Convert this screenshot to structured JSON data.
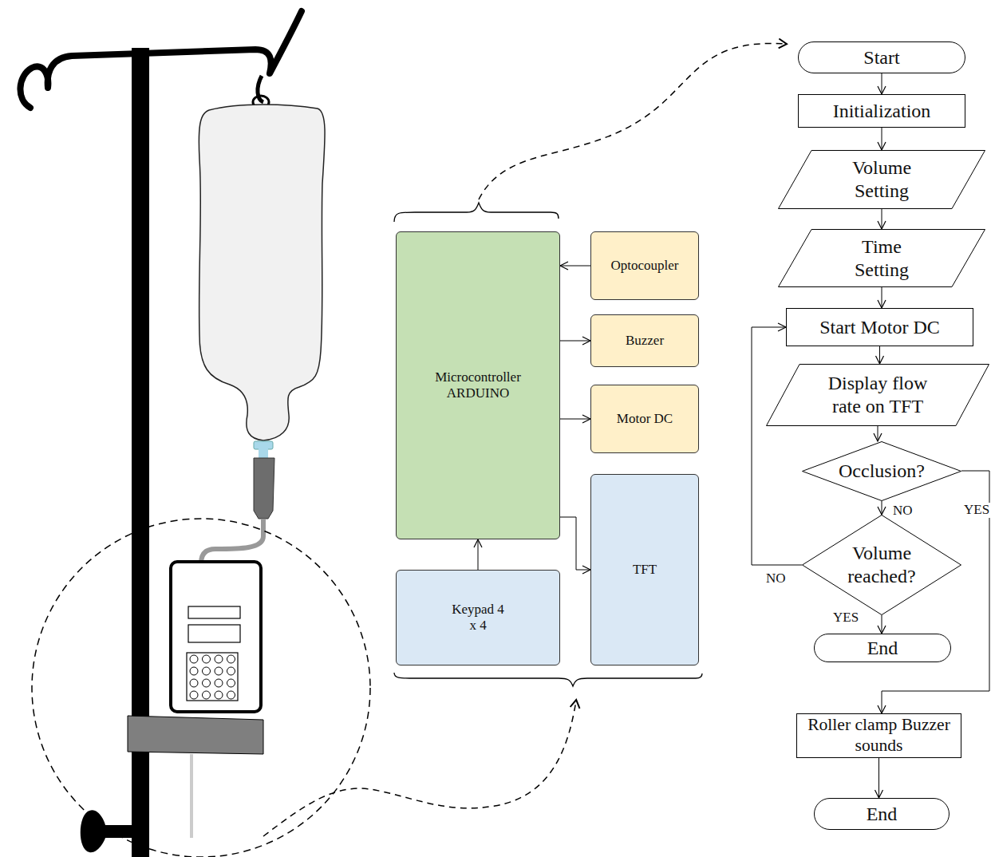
{
  "diagram": {
    "nodes": [
      {
        "text": [
          "Microcontroller ARDUINO"
        ]
      },
      {
        "text": [
          "Optocoupler"
        ]
      },
      {
        "text": [
          "Buzzer"
        ]
      },
      {
        "text": [
          "Motor DC"
        ]
      },
      {
        "text": [
          "Keypad 4 x 4"
        ]
      },
      {
        "text": [
          "TFT"
        ]
      },
      {
        "text": [
          "Start"
        ]
      },
      {
        "text": [
          "Initialization"
        ]
      },
      {
        "text": [
          "Volume Setting"
        ]
      },
      {
        "text": [
          "Time Setting"
        ]
      },
      {
        "text": [
          "Start Motor DC"
        ]
      },
      {
        "text": [
          "Display flow rate on TFT"
        ]
      },
      {
        "text": [
          "Occlusion?"
        ]
      },
      {
        "text": [
          "Volume reached?"
        ]
      },
      {
        "text": [
          "End"
        ]
      },
      {
        "text": [
          "Roller clamp Buzzer sounds"
        ]
      },
      {
        "text": [
          "End"
        ]
      }
    ],
    "edges": [
      {
        "from": 1,
        "to": 0,
        "arrow": "to"
      },
      {
        "from": 0,
        "to": 2,
        "arrow": "to"
      },
      {
        "from": 0,
        "to": 3,
        "arrow": "to"
      },
      {
        "from": 0,
        "to": 5,
        "arrow": "to"
      },
      {
        "from": 4,
        "to": 0,
        "arrow": "to"
      },
      {
        "from": 6,
        "to": 7,
        "arrow": "to"
      },
      {
        "from": 7,
        "to": 8,
        "arrow": "to"
      },
      {
        "from": 8,
        "to": 9,
        "arrow": "to"
      },
      {
        "from": 9,
        "to": 10,
        "arrow": "to"
      },
      {
        "from": 10,
        "to": 11,
        "arrow": "to"
      },
      {
        "from": 11,
        "to": 12,
        "arrow": "to"
      },
      {
        "from": 12,
        "to": 13,
        "label": "NO",
        "arrow": "to"
      },
      {
        "from": 12,
        "to": 15,
        "label": "YES",
        "arrow": "to"
      },
      {
        "from": 13,
        "to": 10,
        "label": "NO",
        "arrow": "to"
      },
      {
        "from": 13,
        "to": 14,
        "label": "YES",
        "arrow": "to"
      },
      {
        "from": 15,
        "to": 16,
        "arrow": "to"
      }
    ]
  }
}
